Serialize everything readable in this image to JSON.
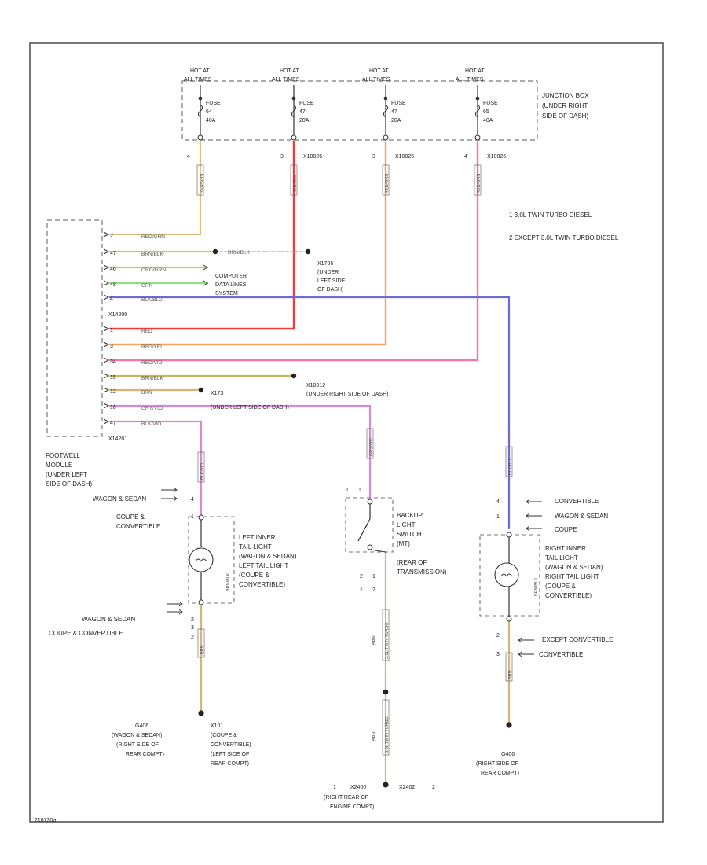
{
  "diagram_id": "216730a",
  "notes": [
    "1   3.0L TWIN TURBO DIESEL",
    "2   EXCEPT 3.0L TWIN TURBO DIESEL"
  ],
  "junction_box": {
    "label_lines": [
      "JUNCTION BOX",
      "(UNDER RIGHT",
      "SIDE OF DASH)"
    ],
    "hot_at": [
      "HOT AT",
      "ALL TIMES"
    ],
    "fuse_word": "FUSE",
    "fuses": [
      {
        "id": "64",
        "amps": "40A",
        "pin": "4",
        "connector": ""
      },
      {
        "id": "47",
        "amps": "20A",
        "pin": "3",
        "connector": "X10026"
      },
      {
        "id": "47",
        "amps": "20A",
        "pin": "3",
        "connector": "X10025"
      },
      {
        "id": "65",
        "amps": "40A",
        "pin": "4",
        "connector": "X10026"
      }
    ],
    "wire_labels": [
      "RED/GRN",
      "RED/BLU",
      "RED/GRN",
      "RED/GRN"
    ]
  },
  "footwell_module": {
    "label_lines": [
      "FOOTWELL",
      "MODULE",
      "(UNDER LEFT",
      "SIDE OF DASH)"
    ],
    "connectors": [
      "X14200",
      "X14201"
    ],
    "pins": [
      {
        "pin": "2",
        "wire": "RED/GRN"
      },
      {
        "pin": "47",
        "wire": "BRN/BLK"
      },
      {
        "pin": "46",
        "wire": "ORG/GRN"
      },
      {
        "pin": "48",
        "wire": "GRN"
      },
      {
        "pin": "4",
        "wire": "BLK/BLU"
      },
      {
        "pin": "1",
        "wire": "RED"
      },
      {
        "pin": "3",
        "wire": "RED/YEL"
      },
      {
        "pin": "34",
        "wire": "RED/VIO"
      },
      {
        "pin": "15",
        "wire": "BRN/BLK"
      },
      {
        "pin": "12",
        "wire": "BRN"
      },
      {
        "pin": "16",
        "wire": "GRY/VIO"
      },
      {
        "pin": "47",
        "wire": "BLK/VIO"
      }
    ]
  },
  "splices": {
    "x1706_wire": "BRN/BLK",
    "x1706_lines": [
      "X1706",
      "(UNDER",
      "LEFT SIDE",
      "OF DASH)"
    ],
    "computer_lines": [
      "COMPUTER",
      "DATA LINES",
      "SYSTEM"
    ],
    "x10012_lines": [
      "X10012",
      "(UNDER RIGHT SIDE OF DASH)"
    ],
    "x173_lines": [
      "X173",
      "(UNDER LEFT SIDE OF DASH)"
    ]
  },
  "left_lamp": {
    "label_lines": [
      "LEFT INNER",
      "TAIL LIGHT",
      "(WAGON & SEDAN)",
      "LEFT TAIL LIGHT",
      "(COUPE &",
      "CONVERTIBLE)"
    ],
    "top_variants": [
      {
        "text": "WAGON & SEDAN",
        "pin": "4"
      },
      {
        "text": "COUPE &",
        "pin": "1"
      },
      {
        "text": "CONVERTIBLE",
        "pin": ""
      }
    ],
    "bottom_variants": [
      {
        "text": "WAGON & SEDAN",
        "pin": "2"
      },
      {
        "text": "COUPE & CONVERTIBLE",
        "pin": "3"
      }
    ],
    "bottom_pin": "2",
    "wire_in": "BLK/VIO",
    "wire_out": "BRN",
    "ground_a": [
      "G406",
      "(WAGON & SEDAN)",
      "(RIGHT SIDE OF",
      "REAR COMPT)"
    ],
    "ground_b": [
      "X101",
      "(COUPE &",
      "CONVERTIBLE)",
      "(LEFT SIDE OF",
      "REAR COMPT)"
    ]
  },
  "backup_switch": {
    "label_lines": [
      "BACKUP",
      "LIGHT",
      "SWITCH",
      "(MT)",
      "(REAR OF",
      "TRANSMISSION)"
    ],
    "pins_top": [
      "1",
      "1"
    ],
    "pins_bottom_a": [
      "2",
      "1"
    ],
    "pins_bottom_b": [
      "1",
      "2"
    ],
    "wire_in": "GRY/VIO",
    "wire_out": "BRN",
    "diesel_label": "3.0L TWIN TURBO",
    "ground_lines": [
      "X2400",
      "(RIGHT REAR OF",
      "ENGINE COMPT)"
    ],
    "ground_pin_left": "1",
    "ground_conn_right": "X2402",
    "ground_pin_right": "2"
  },
  "right_lamp": {
    "label_lines": [
      "RIGHT INNER",
      "TAIL LIGHT",
      "(WAGON & SEDAN)",
      "RIGHT TAIL LIGHT",
      "(COUPE &",
      "CONVERTIBLE)"
    ],
    "top_variants": [
      {
        "text": "CONVERTIBLE",
        "pin": "4"
      },
      {
        "text": "WAGON & SEDAN",
        "pin": "1"
      },
      {
        "text": "COUPE",
        "pin": ""
      }
    ],
    "bottom_variants": [
      {
        "text": "EXCEPT CONVERTIBLE",
        "pin": "2"
      },
      {
        "text": "CONVERTIBLE",
        "pin": "3"
      }
    ],
    "wire_in": "BLK/BLU",
    "wire_out": "BRN",
    "ground": [
      "G406",
      "(RIGHT SIDE OF",
      "REAR COMPT)"
    ]
  },
  "side_label": "BRN/BLK",
  "colors": {
    "red": "#f23a3a",
    "pink": "#ff6fa8",
    "orange": "#f5a35a",
    "tan": "#d8c07a",
    "yellow": "#d6c84a",
    "green": "#8ee07a",
    "blue": "#6b6bd8",
    "violet": "#d98ad6",
    "brown": "#d6b47a"
  }
}
